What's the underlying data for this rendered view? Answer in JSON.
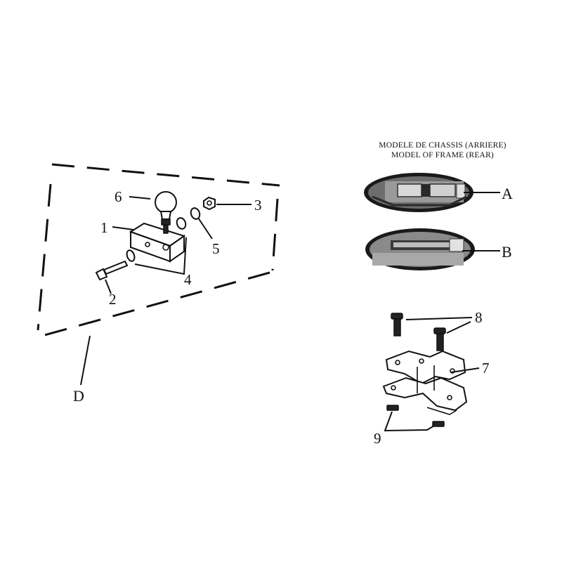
{
  "title": {
    "line1": "MODELE DE CHASSIS (ARRIERE)",
    "line2": "MODEL OF FRAME (REAR)"
  },
  "callouts": {
    "p1": "1",
    "p2": "2",
    "p3": "3",
    "p4": "4",
    "p5": "5",
    "p6": "6",
    "p7": "7",
    "p8": "8",
    "p9": "9",
    "A": "A",
    "B": "B",
    "D": "D"
  }
}
